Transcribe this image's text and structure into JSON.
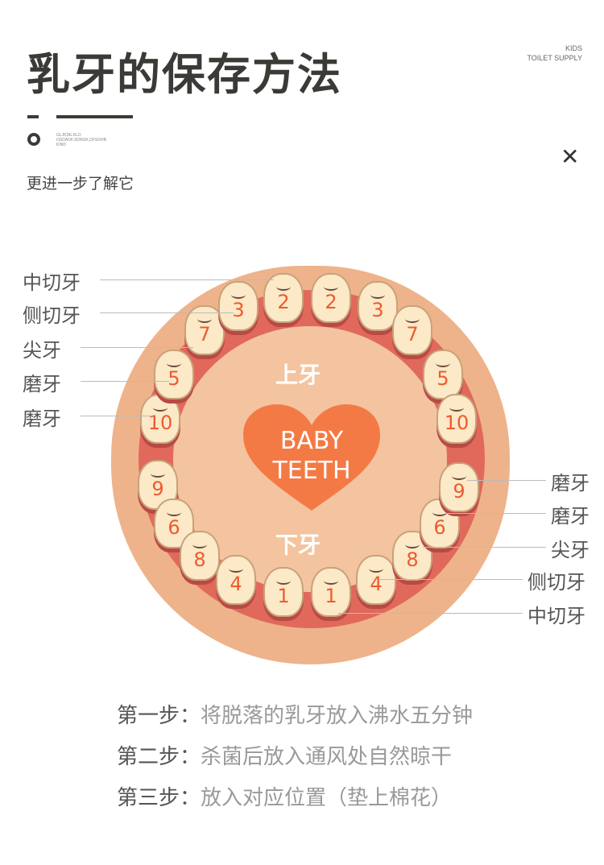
{
  "header": {
    "title": "乳牙的保存方法",
    "brand_line1": "KIDS",
    "brand_line2": "TOILET SUPPLY",
    "tiny_text": [
      "GLJKDE.KLD",
      "OSDAOF.SDNGK,DFSGHB",
      "KIND"
    ],
    "subtitle": "更进一步了解它",
    "close_icon": "close-x-icon"
  },
  "diagram": {
    "upper_label": "上牙",
    "lower_label": "下牙",
    "heart_line1": "BABY",
    "heart_line2": "TEETH",
    "upper_teeth": [
      "10",
      "5",
      "7",
      "3",
      "2",
      "2",
      "3",
      "7",
      "5",
      "10"
    ],
    "lower_teeth": [
      "9",
      "6",
      "8",
      "4",
      "1",
      "1",
      "4",
      "8",
      "6",
      "9"
    ],
    "left_labels": [
      "中切牙",
      "侧切牙",
      "尖牙",
      "磨牙",
      "磨牙"
    ],
    "right_labels": [
      "磨牙",
      "磨牙",
      "尖牙",
      "侧切牙",
      "中切牙"
    ],
    "colors": {
      "face": "#eeb38a",
      "gum": "#e0695c",
      "heart": "#f47a45",
      "number": "#ef5a2d"
    }
  },
  "steps": [
    {
      "label": "第一步：",
      "text": "将脱落的乳牙放入沸水五分钟"
    },
    {
      "label": "第二步：",
      "text": "杀菌后放入通风处自然晾干"
    },
    {
      "label": "第三步：",
      "text": "放入对应位置（垫上棉花）"
    }
  ]
}
